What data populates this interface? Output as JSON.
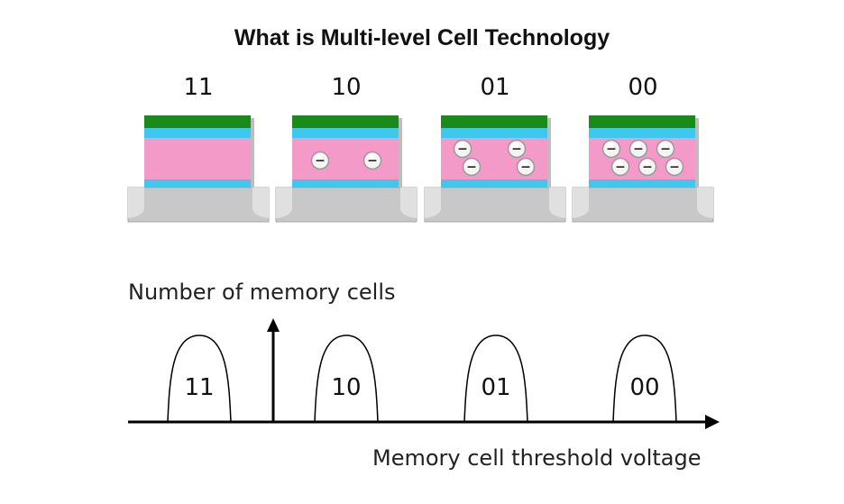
{
  "title": "What is Multi-level Cell Technology",
  "cells": [
    {
      "label": "11",
      "electrons": 0
    },
    {
      "label": "10",
      "electrons": 2
    },
    {
      "label": "01",
      "electrons": 4
    },
    {
      "label": "00",
      "electrons": 6
    }
  ],
  "electron_symbol": "−",
  "distribution": {
    "y_axis_label": "Number of memory cells",
    "x_axis_label": "Memory cell threshold voltage",
    "peaks": [
      "11",
      "10",
      "01",
      "00"
    ]
  },
  "colors": {
    "gate": "#1a8a1a",
    "oxide": "#3ec8f0",
    "floating_gate": "#f49ac9",
    "substrate": "#c8c8c8"
  }
}
